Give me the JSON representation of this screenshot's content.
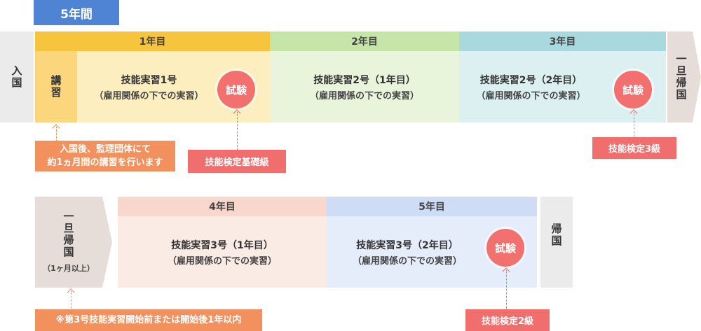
{
  "top_tag": "5年間",
  "row1": {
    "entry": "入国",
    "lecture": "講習",
    "years": [
      {
        "head": "1年目",
        "title": "技能実習1号",
        "sub": "（雇用関係の下での実習）"
      },
      {
        "head": "2年目",
        "title": "技能実習2号（1年目）",
        "sub": "（雇用関係の下での実習）"
      },
      {
        "head": "3年目",
        "title": "技能実習2号（2年目）",
        "sub": "（雇用関係の下での実習）"
      }
    ],
    "temp_return": "一旦帰国",
    "exam": "試験",
    "lecture_note": [
      "入国後、監理団体にて",
      "約1ヵ月間の講習を行います"
    ],
    "exam_label_1": "技能検定基礎級",
    "exam_label_3": "技能検定3級"
  },
  "row2": {
    "temp_return": "一旦帰国",
    "temp_return_sub": "（1ヶ月以上）",
    "years": [
      {
        "head": "4年目",
        "title": "技能実習3号（1年目）",
        "sub": "（雇用関係の下での実習）"
      },
      {
        "head": "5年目",
        "title": "技能実習3号（2年目）",
        "sub": "（雇用関係の下での実習）"
      }
    ],
    "return": "帰国",
    "exam": "試験",
    "note": "※第3号技能実習開始前または開始後1年以内",
    "exam_label_2": "技能検定2級"
  },
  "colors": {
    "blue_tag": "#4f84d4",
    "year1_head": "#f7c43d",
    "year1_body": "#fdeec0",
    "lecture": "#fbd67c",
    "year2_head": "#c6e6a9",
    "year2_body": "#e9f5db",
    "year3_head": "#a9d9de",
    "year3_body": "#dcf0f2",
    "year4_head": "#f8d8cc",
    "year4_body": "#fbebe5",
    "year5_head": "#cfdcf6",
    "year5_body": "#e6edfa",
    "exam": "#f2706d",
    "label_red": "#f06e6e",
    "label_orange": "#f3915e"
  }
}
